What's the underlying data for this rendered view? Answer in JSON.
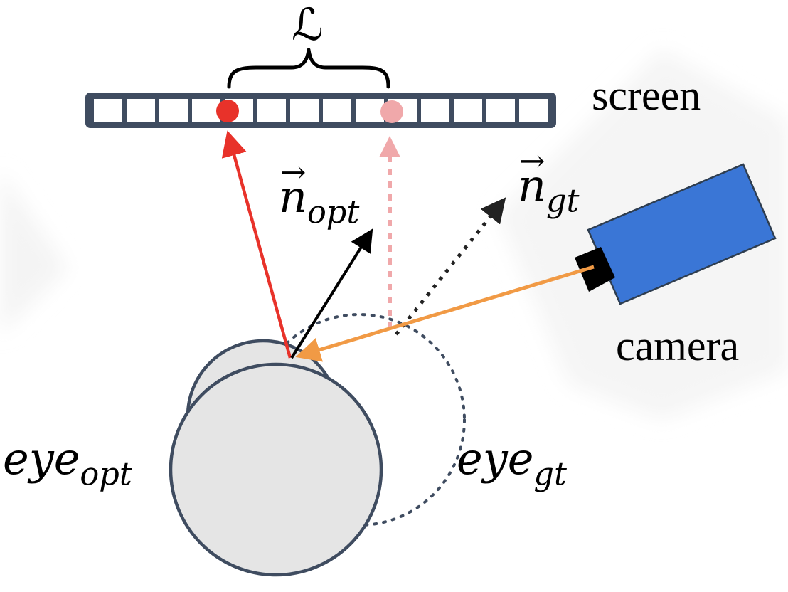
{
  "labels": {
    "loss": "ℒ",
    "screen": "screen",
    "camera": "camera",
    "n_opt": {
      "base": "n",
      "sub": "opt",
      "arrow": "→"
    },
    "n_gt": {
      "base": "n",
      "sub": "gt",
      "arrow": "→"
    },
    "eye_opt": {
      "base": "eye",
      "sub": "opt"
    },
    "eye_gt": {
      "base": "eye",
      "sub": "gt"
    }
  },
  "screen": {
    "cells": 14
  },
  "icons": {
    "screen_point_opt": "red-dot",
    "screen_point_gt": "faded-pink-dot",
    "camera": "blue-rectangle-camera",
    "eye_opt": "grey-sphere",
    "eye_gt": "dotted-circle"
  },
  "colors": {
    "screen_frame": "#3f4c60",
    "gaze_opt": "#e8322a",
    "gaze_gt": "#f0a8aa",
    "camera_ray": "#f19a45",
    "camera_body": "#3a76d6",
    "camera_lens": "#000000",
    "eye_fill": "#e5e5e5",
    "eye_stroke": "#3f4c60",
    "normal_opt": "#000000",
    "normal_gt": "#222222"
  }
}
